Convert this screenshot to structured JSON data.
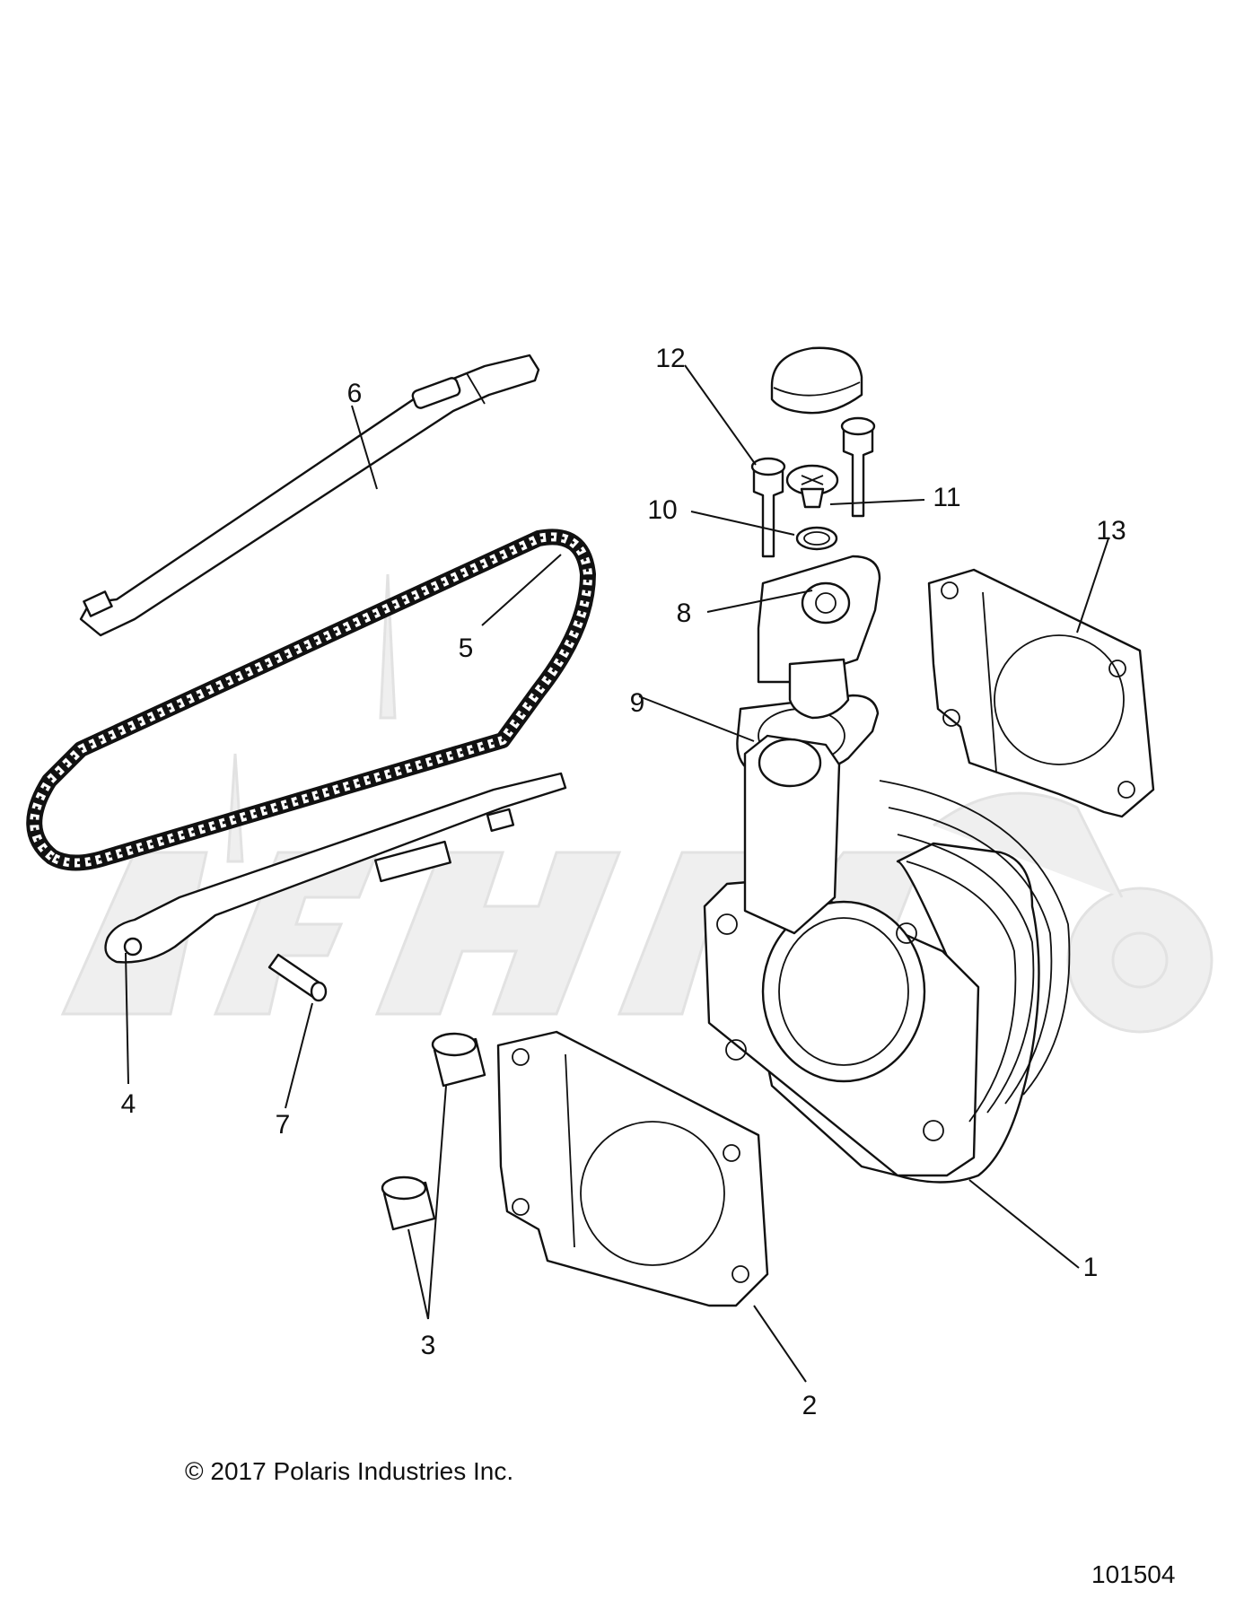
{
  "callouts": {
    "c1": "1",
    "c2": "2",
    "c3": "3",
    "c4": "4",
    "c5": "5",
    "c6": "6",
    "c7": "7",
    "c8": "8",
    "c9": "9",
    "c10": "10",
    "c11": "11",
    "c12": "12",
    "c13": "13"
  },
  "copyright": "© 2017 Polaris Industries Inc.",
  "diagram_id": "101504",
  "colors": {
    "line": "#111111",
    "watermark": "#e8e8e8"
  }
}
